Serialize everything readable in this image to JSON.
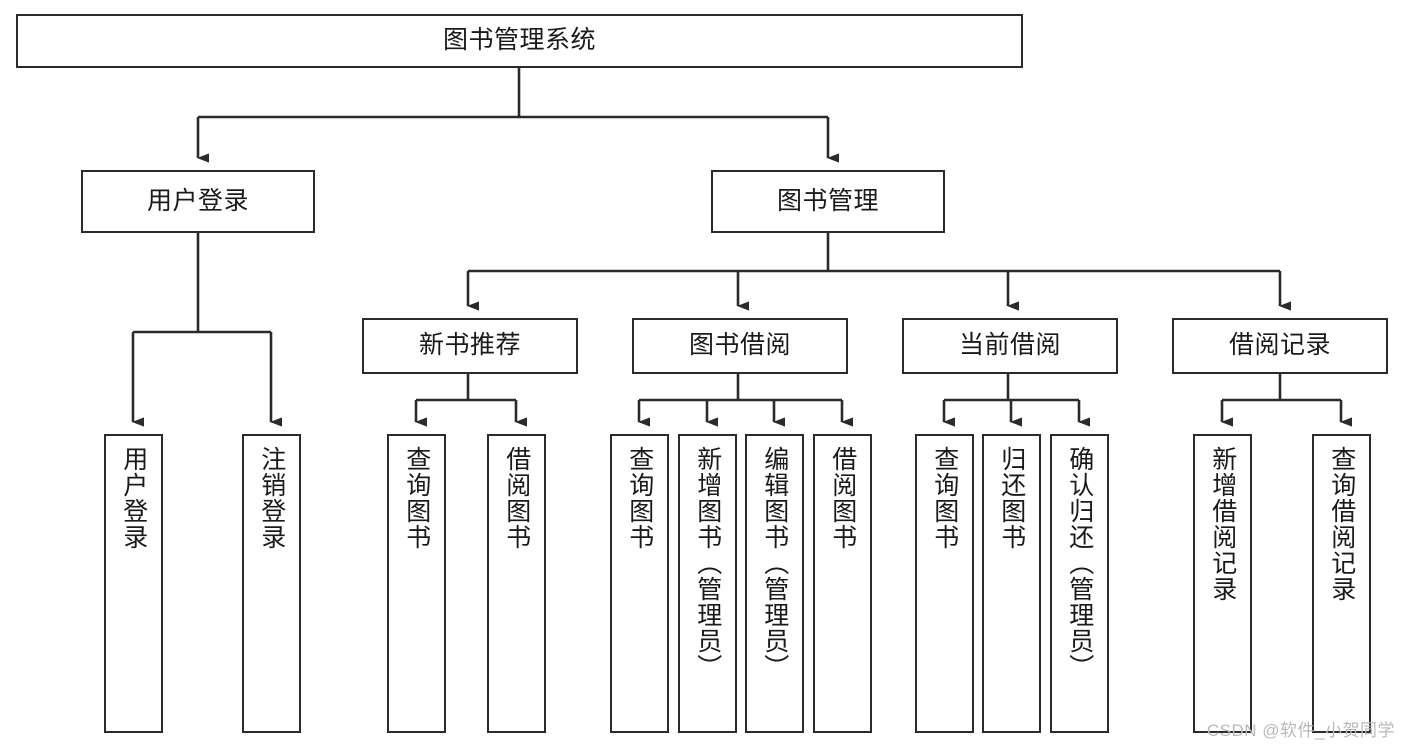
{
  "diagram": {
    "title": "图书管理系统",
    "type": "hierarchy-tree",
    "watermark": "CSDN @软件_小贺同学",
    "colors": {
      "box_border": "#2b2b2b",
      "box_fill": "#ffffff",
      "connector": "#2b2b2b",
      "text": "#1a1a1a",
      "watermark": "#b9b9b9",
      "background": "#ffffff"
    },
    "levels": {
      "root": {
        "label": "图书管理系统"
      },
      "level2": [
        {
          "id": "user-login",
          "label": "用户登录"
        },
        {
          "id": "book-management",
          "label": "图书管理"
        }
      ],
      "level3": [
        {
          "id": "new-book-recommend",
          "label": "新书推荐",
          "parent": "book-management"
        },
        {
          "id": "book-borrow",
          "label": "图书借阅",
          "parent": "book-management"
        },
        {
          "id": "current-borrow",
          "label": "当前借阅",
          "parent": "book-management"
        },
        {
          "id": "borrow-record",
          "label": "借阅记录",
          "parent": "book-management"
        }
      ],
      "leaves": {
        "user-login": [
          {
            "id": "leaf-user-login",
            "label": "用户登录"
          },
          {
            "id": "leaf-logout",
            "label": "注销登录"
          }
        ],
        "new-book-recommend": [
          {
            "id": "leaf-query-book-1",
            "label": "查询图书"
          },
          {
            "id": "leaf-borrow-book-1",
            "label": "借阅图书"
          }
        ],
        "book-borrow": [
          {
            "id": "leaf-query-book-2",
            "label": "查询图书"
          },
          {
            "id": "leaf-add-book",
            "label": "新增图书（管理员）"
          },
          {
            "id": "leaf-edit-book",
            "label": "编辑图书（管理员）"
          },
          {
            "id": "leaf-borrow-book-2",
            "label": "借阅图书"
          }
        ],
        "current-borrow": [
          {
            "id": "leaf-query-book-3",
            "label": "查询图书"
          },
          {
            "id": "leaf-return-book",
            "label": "归还图书"
          },
          {
            "id": "leaf-confirm-return",
            "label": "确认归还（管理员）"
          }
        ],
        "borrow-record": [
          {
            "id": "leaf-add-record",
            "label": "新增借阅记录"
          },
          {
            "id": "leaf-query-record",
            "label": "查询借阅记录"
          }
        ]
      }
    }
  }
}
